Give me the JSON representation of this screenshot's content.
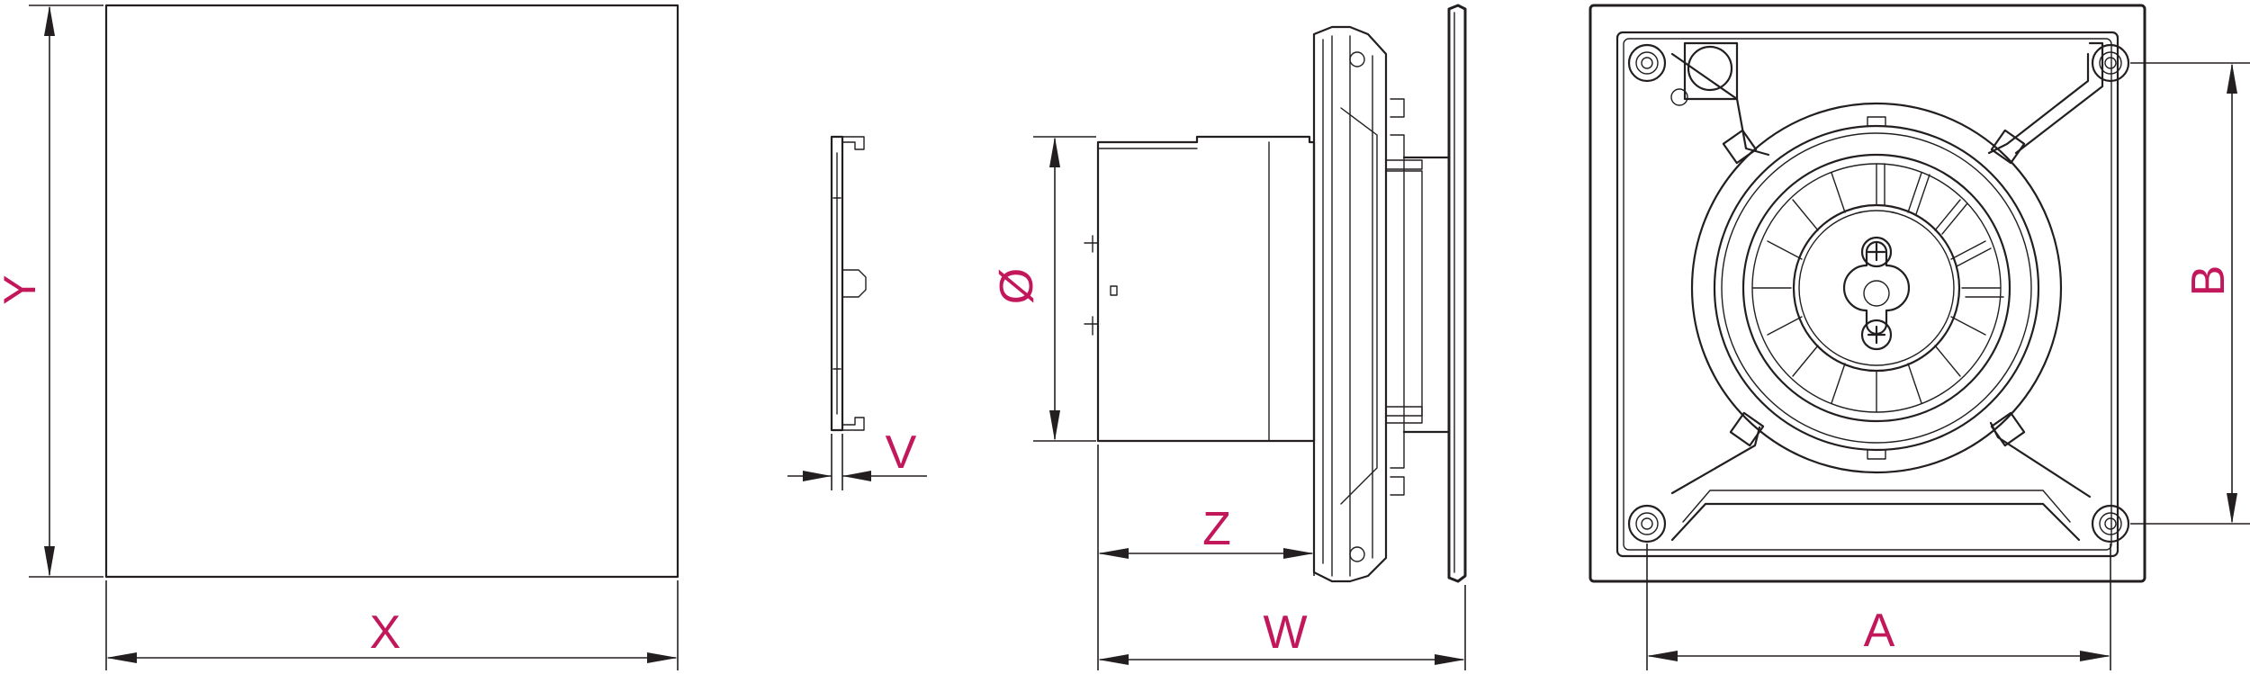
{
  "colors": {
    "line": "#231f20",
    "dimension_label": "#c2185b",
    "background": "#ffffff"
  },
  "views": {
    "front_panel": {
      "width_label": "X",
      "height_label": "Y"
    },
    "panel_side": {
      "thickness_label": "V"
    },
    "side_view": {
      "duct_diameter_label": "Ø",
      "spigot_depth_label": "Z",
      "total_depth_label": "W"
    },
    "rear_view": {
      "hole_spacing_horizontal_label": "A",
      "hole_spacing_vertical_label": "B"
    }
  }
}
